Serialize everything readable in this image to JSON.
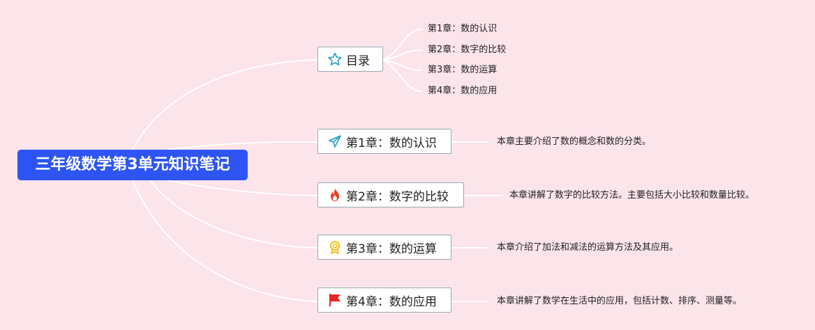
{
  "root": {
    "title": "三年级数学第3单元知识笔记"
  },
  "toc": {
    "label": "目录",
    "icon": "star-icon",
    "items": [
      "第1章：数的认识",
      "第2章：数字的比较",
      "第3章：数的运算",
      "第4章：数的应用"
    ]
  },
  "chapters": [
    {
      "label": "第1章：数的认识",
      "icon": "paper-plane-icon",
      "note": "本章主要介绍了数的概念和数的分类。"
    },
    {
      "label": "第2章：数字的比较",
      "icon": "fire-icon",
      "note": "本章讲解了数字的比较方法。主要包括大小比较和数量比较。"
    },
    {
      "label": "第3章：数的运算",
      "icon": "medal-icon",
      "note": "本章介绍了加法和减法的运算方法及其应用。"
    },
    {
      "label": "第4章：数的应用",
      "icon": "flag-icon",
      "note": "本章讲解了数学在生活中的应用，包括计数、排序、测量等。"
    }
  ],
  "colors": {
    "background": "#fbe4ea",
    "root": "#2e55f4",
    "connector": "#ffffff",
    "node_border": "#9aa9b3"
  }
}
